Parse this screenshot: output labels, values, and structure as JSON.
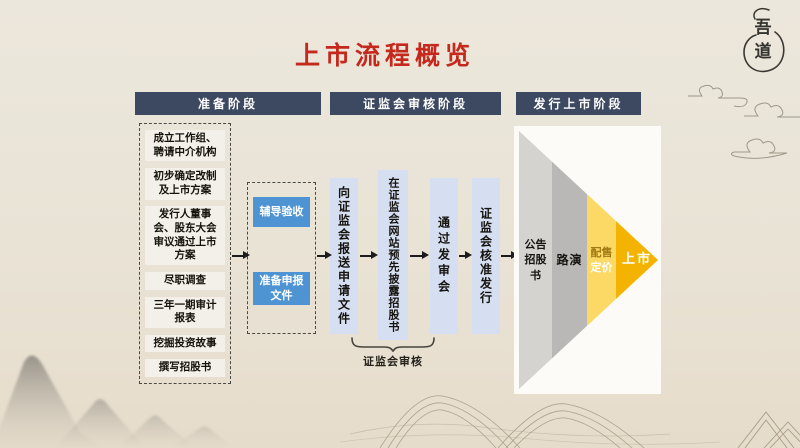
{
  "title": "上市流程概览",
  "logo": {
    "text_top": "吾",
    "text_bottom": "道"
  },
  "phases": [
    {
      "label": "准备阶段"
    },
    {
      "label": "证监会审核阶段"
    },
    {
      "label": "发行上市阶段"
    }
  ],
  "preparation": {
    "steps": [
      "成立工作组、聘请中介机构",
      "初步确定改制及上市方案",
      "发行人董事会、股东大会审议通过上市方案",
      "尽职调查",
      "三年一期审计报表",
      "挖掘投资故事",
      "撰写招股书"
    ]
  },
  "guidance": {
    "steps": [
      "辅导验收",
      "准备申报文件"
    ]
  },
  "review": {
    "steps": [
      "向证监会报送申请文件",
      "在证监会网站预先披露招股书",
      "通过发审会",
      "证监会核准发行"
    ],
    "brace_label": "证监会审核"
  },
  "listing": {
    "steps": [
      {
        "label": "公告招股书"
      },
      {
        "label": "路演"
      },
      {
        "label": "配售定价",
        "line1": "配售",
        "line2": "定价"
      },
      {
        "label": "上市"
      }
    ]
  },
  "colors": {
    "title_red": "#c5281c",
    "header_navy": "#3c4961",
    "guidance_blue": "#4f94d2",
    "review_bar_blue": "#d6dff1",
    "band_gray_light": "#d4d3d0",
    "band_gray": "#b9b8b6",
    "band_yellow_light": "#fbd964",
    "band_gold": "#f3b300",
    "background_cream": "#e9e3d6"
  }
}
